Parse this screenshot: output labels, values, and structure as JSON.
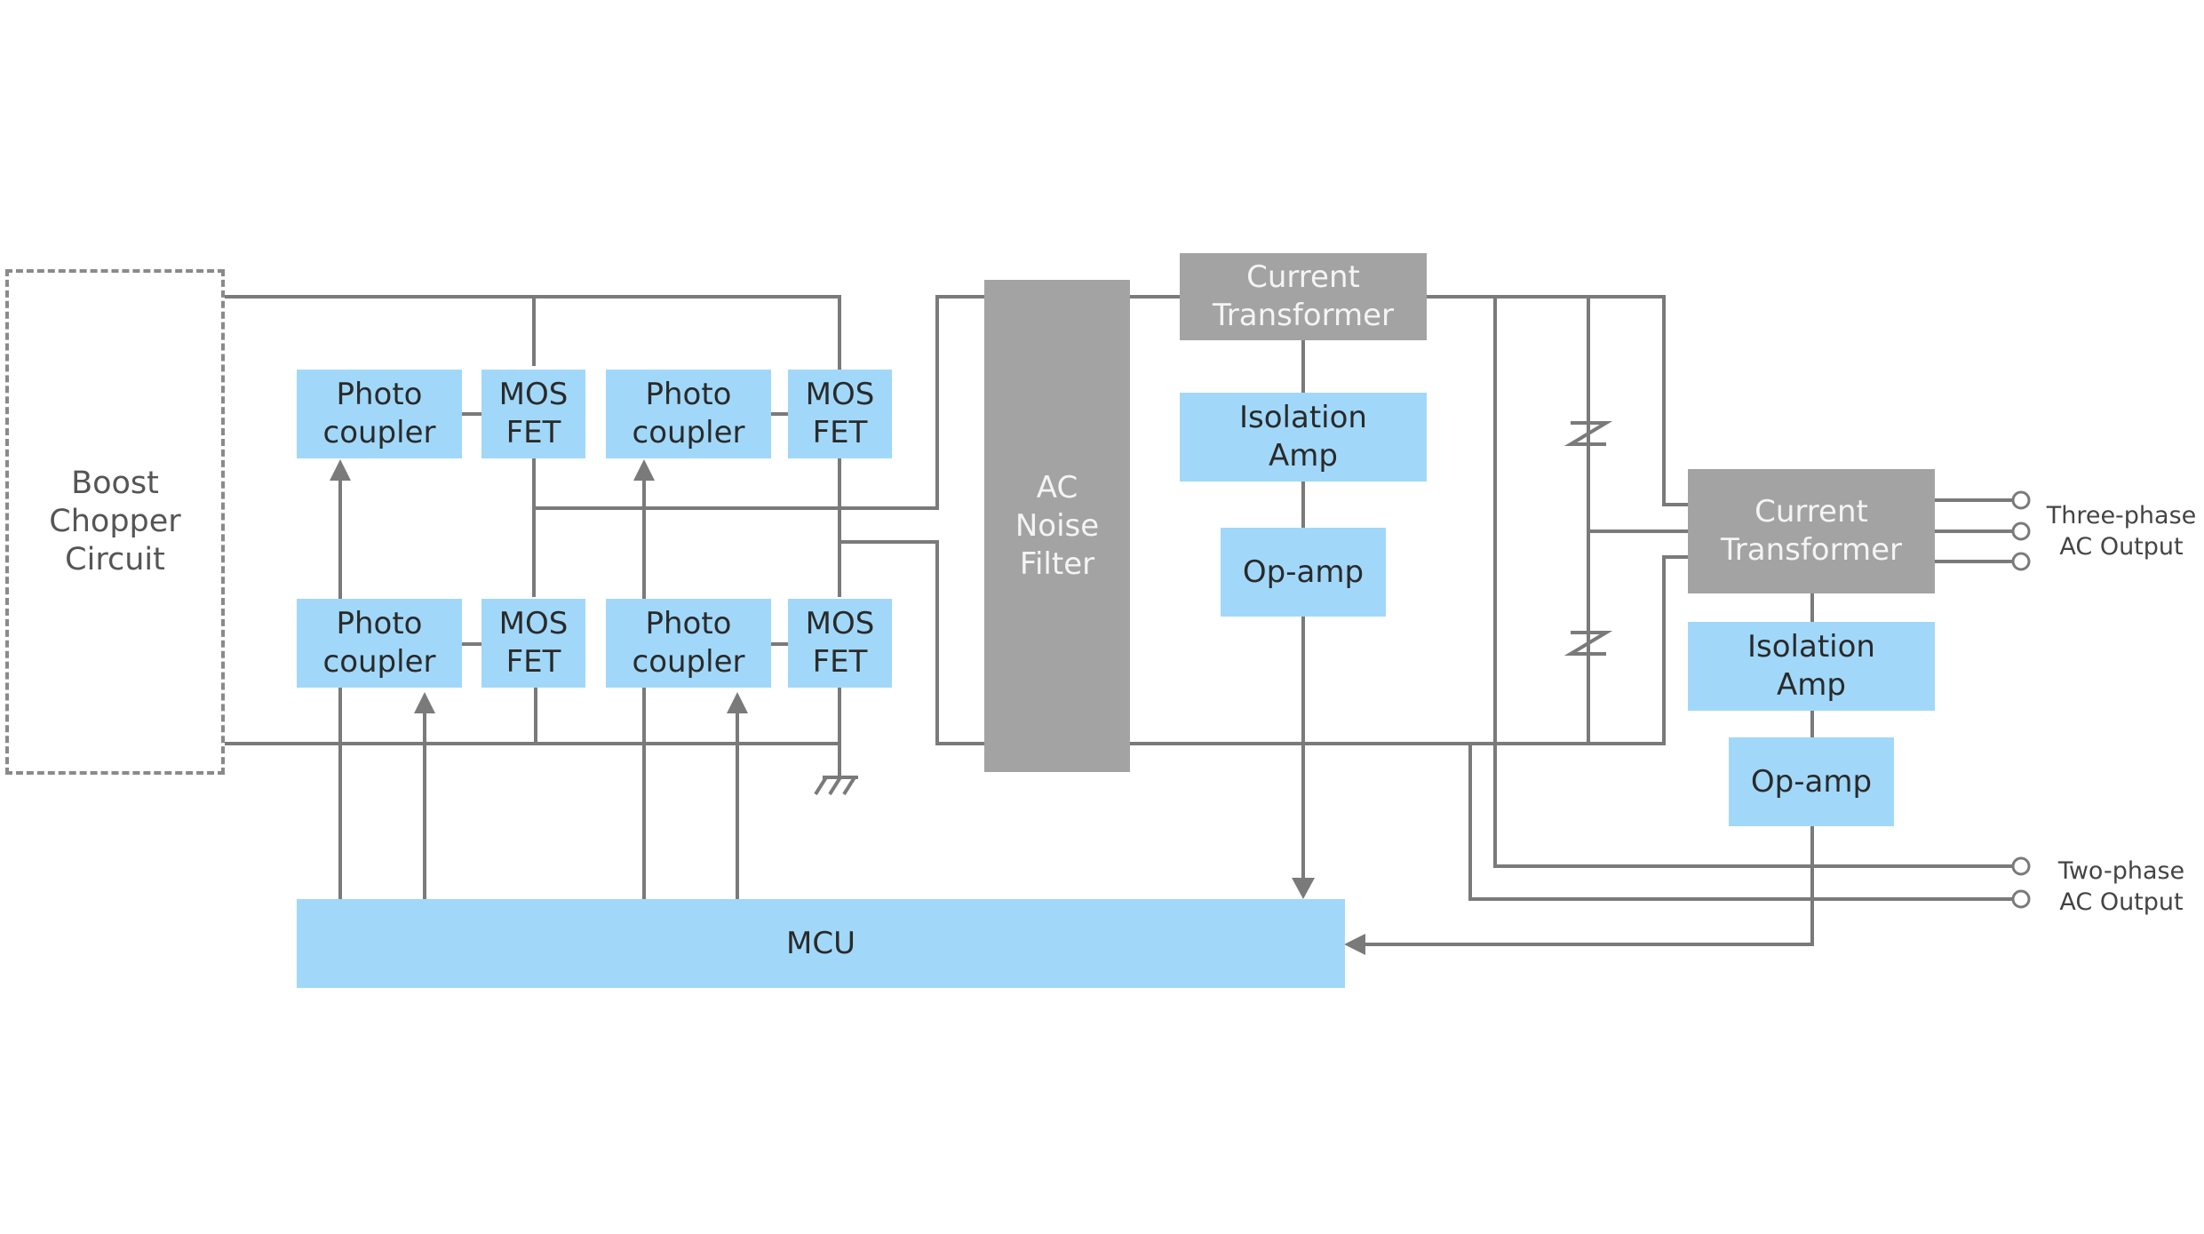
{
  "colors": {
    "block_blue": "#a1d8f9",
    "block_gray": "#a3a3a3",
    "wire": "#7a7a7a"
  },
  "blocks": {
    "boost_chopper": "Boost\nChopper\nCircuit",
    "photocoupler_top_1": "Photo\ncoupler",
    "mosfet_top_1": "MOS\nFET",
    "photocoupler_top_2": "Photo\ncoupler",
    "mosfet_top_2": "MOS\nFET",
    "photocoupler_bottom_1": "Photo\ncoupler",
    "mosfet_bottom_1": "MOS\nFET",
    "photocoupler_bottom_2": "Photo\ncoupler",
    "mosfet_bottom_2": "MOS\nFET",
    "ac_noise_filter": "AC\nNoise\nFilter",
    "current_transformer_1": "Current\nTransformer",
    "isolation_amp_1": "Isolation\nAmp",
    "op_amp_1": "Op-amp",
    "current_transformer_2": "Current\nTransformer",
    "isolation_amp_2": "Isolation\nAmp",
    "op_amp_2": "Op-amp",
    "mcu": "MCU"
  },
  "outputs": {
    "three_phase": "Three-phase\nAC Output",
    "two_phase": "Two-phase\nAC Output"
  },
  "icons": [
    "ground-icon",
    "capacitor-icon",
    "output-terminal-icon",
    "arrow-icon"
  ]
}
